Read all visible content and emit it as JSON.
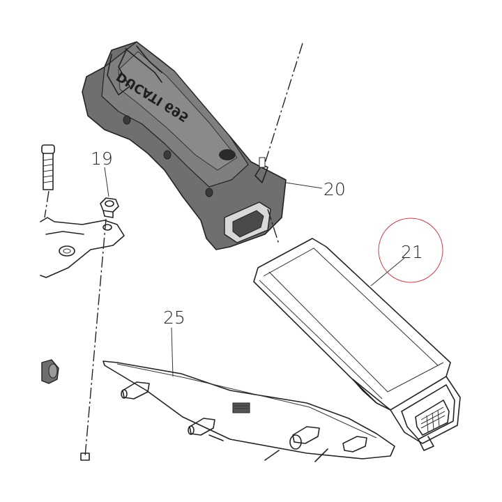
{
  "diagram": {
    "callouts": [
      {
        "id": "19",
        "label": "19"
      },
      {
        "id": "20",
        "label": "20"
      },
      {
        "id": "21",
        "label": "21"
      },
      {
        "id": "25",
        "label": "25"
      }
    ],
    "housing_text": "DUCATI 695",
    "highlight_color": "#c0404a",
    "housing_color": "#6f6f6f",
    "outline_color": "#222222"
  }
}
